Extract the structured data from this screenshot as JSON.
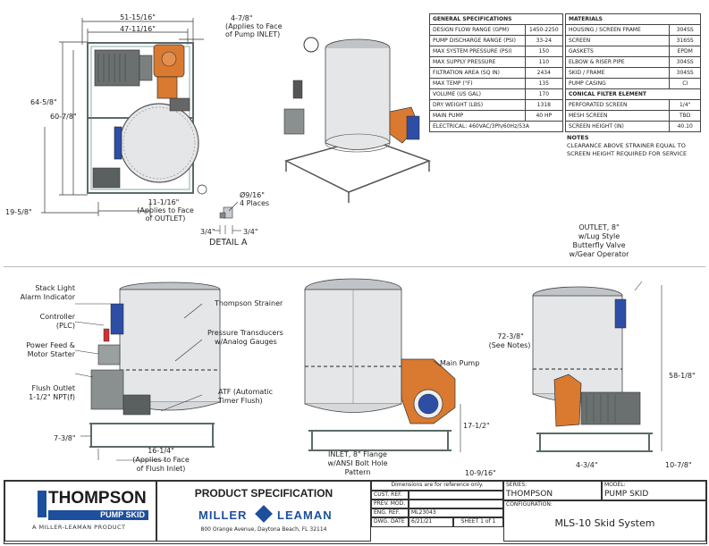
{
  "top_dims": {
    "width_overall": "51-15/16\"",
    "width_inner": "47-11/16\"",
    "inlet_offset": "4-7/8\"",
    "inlet_note_1": "(Applies to Face",
    "inlet_note_2": "of Pump INLET)",
    "height_overall": "64-5/8\"",
    "height_inner": "60-7/8\"",
    "outlet_height": "19-5/8\"",
    "outlet_offset": "11-1/16\"",
    "outlet_note_1": "(Applies to Face",
    "outlet_note_2": "of OUTLET)"
  },
  "detail_a": {
    "hole": "Ø9/16\"",
    "places": "4 Places",
    "dim_left": "3/4\"",
    "dim_right": "3/4\"",
    "title": "DETAIL A"
  },
  "general_specs": {
    "header": "GENERAL SPECIFICATIONS",
    "rows": [
      {
        "label": "DESIGN FLOW RANGE (GPM)",
        "value": "1450-2250"
      },
      {
        "label": "PUMP DISCHARGE RANGE (PSI)",
        "value": "33-24"
      },
      {
        "label": "MAX SYSTEM PRESSURE (PSI)",
        "value": "150"
      },
      {
        "label": "MAX SUPPLY PRESSURE",
        "value": "110"
      },
      {
        "label": "FILTRATION AREA (SQ IN)",
        "value": "2434"
      },
      {
        "label": "MAX TEMP (°F)",
        "value": "135"
      },
      {
        "label": "VOLUME (US GAL)",
        "value": "170"
      },
      {
        "label": "DRY WEIGHT (LBS)",
        "value": "1318"
      },
      {
        "label": "MAIN PUMP",
        "value": "40 HP"
      }
    ],
    "electrical": "ELECTRICAL: 460VAC/3Ph/60Hz/53A"
  },
  "materials": {
    "header": "MATERIALS",
    "rows": [
      {
        "label": "HOUSING / SCREEN FRAME",
        "value": "304SS"
      },
      {
        "label": "SCREEN",
        "value": "316SS"
      },
      {
        "label": "GASKETS",
        "value": "EPDM"
      },
      {
        "label": "ELBOW & RISER PIPE",
        "value": "304SS"
      },
      {
        "label": "SKID / FRAME",
        "value": "304SS"
      },
      {
        "label": "PUMP CASING",
        "value": "CI"
      }
    ],
    "filter_header": "CONICAL FILTER ELEMENT",
    "filter_rows": [
      {
        "label": "PERFORATED SCREEN",
        "value": "1/4\""
      },
      {
        "label": "MESH SCREEN",
        "value": "TBD"
      },
      {
        "label": "SCREEN HEIGHT (IN)",
        "value": "40.10"
      }
    ],
    "notes_header": "NOTES",
    "notes_line1": "CLEARANCE ABOVE STRAINER EQUAL TO",
    "notes_line2": "SCREEN HEIGHT REQUIRED FOR SERVICE"
  },
  "front_view": {
    "stack_light_1": "Stack Light",
    "stack_light_2": "Alarm Indicator",
    "controller_1": "Controller",
    "controller_2": "(PLC)",
    "power_1": "Power Feed &",
    "power_2": "Motor Starter",
    "flush_1": "Flush Outlet",
    "flush_2": "1-1/2\" NPT(f)",
    "strainer": "Thompson Strainer",
    "transducers_1": "Pressure Transducers",
    "transducers_2": "w/Analog Gauges",
    "atf_1": "ATF (Automatic",
    "atf_2": "Timer Flush)",
    "dim_bottom": "7-3/8\"",
    "flush_dim": "16-1/4\"",
    "flush_note_1": "(Applies to Face",
    "flush_note_2": "of Flush Inlet)"
  },
  "side_view": {
    "main_pump": "Main Pump",
    "inlet_height": "17-1/2\"",
    "inlet_1": "INLET, 8\" Flange",
    "inlet_2": "w/ANSI Bolt Hole",
    "inlet_3": "Pattern",
    "inlet_offset": "10-9/16\""
  },
  "right_view": {
    "outlet_1": "OUTLET, 8\"",
    "outlet_2": "w/Lug Style",
    "outlet_3": "Butterfly Valve",
    "outlet_4": "w/Gear Operator",
    "height": "72-3/8\"",
    "height_note": "(See Notes)",
    "outlet_height": "58-1/8\"",
    "left_dim": "4-3/4\"",
    "right_dim": "10-7/8\""
  },
  "title_block": {
    "brand": "THOMPSON",
    "brand_sub": "PUMP SKID",
    "brand_tag": "A MILLER-LEAMAN PRODUCT",
    "title": "PRODUCT SPECIFICATION",
    "company_left": "MILLER",
    "company_right": "LEAMAN",
    "address": "800 Orange Avenue, Daytona Beach, FL 32114",
    "dims_note": "Dimensions are for reference only.",
    "cust_ref": "CUST. REF.",
    "prev_mod": "PREV. MOD.",
    "eng_ref": "ENG. REF.",
    "eng_ref_value": "ML23043",
    "dwg_date": "DWG. DATE",
    "dwg_date_value": "6/21/21",
    "sheet": "SHEET 1 of 1",
    "series_label": "SERIES:",
    "series_value": "THOMPSON",
    "model_label": "MODEL:",
    "model_value": "PUMP SKID",
    "config_label": "CONFIGURATION:",
    "config_value": "MLS-10 Skid System"
  }
}
